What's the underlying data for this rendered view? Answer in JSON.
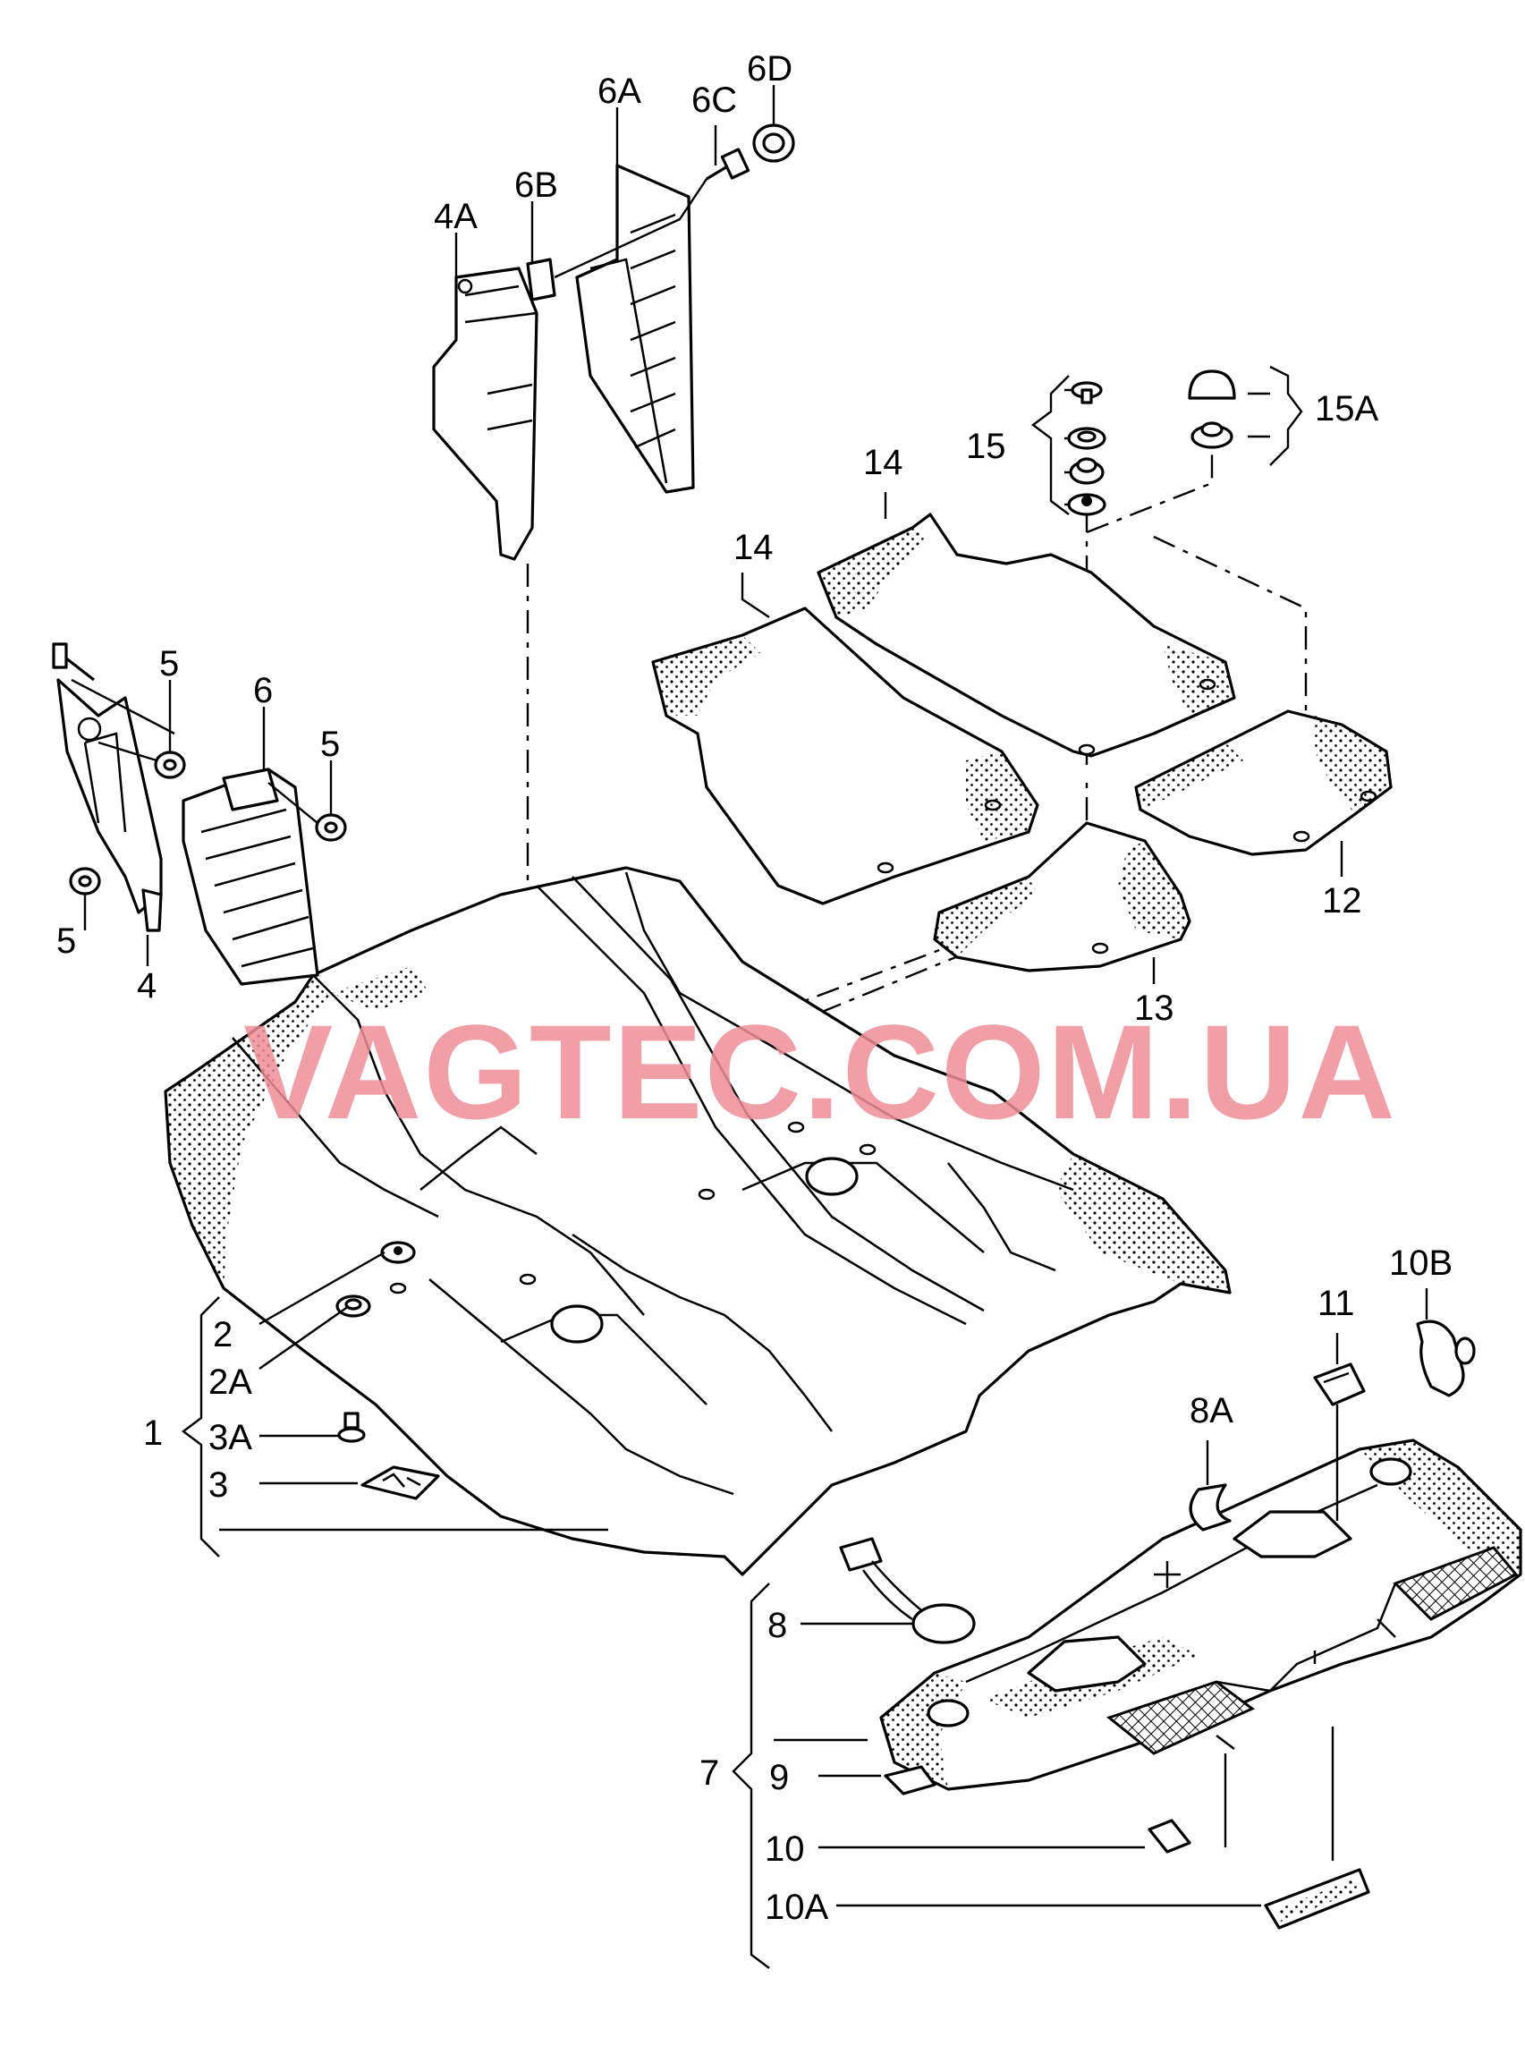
{
  "watermark": "VAGTEC.COM.UA",
  "callouts": [
    "1",
    "2",
    "2A",
    "3",
    "3A",
    "4",
    "4A",
    "5",
    "5",
    "5",
    "6",
    "6A",
    "6B",
    "6C",
    "6D",
    "7",
    "8",
    "8A",
    "9",
    "10",
    "10A",
    "10B",
    "11",
    "12",
    "13",
    "14",
    "14",
    "15",
    "15A"
  ]
}
